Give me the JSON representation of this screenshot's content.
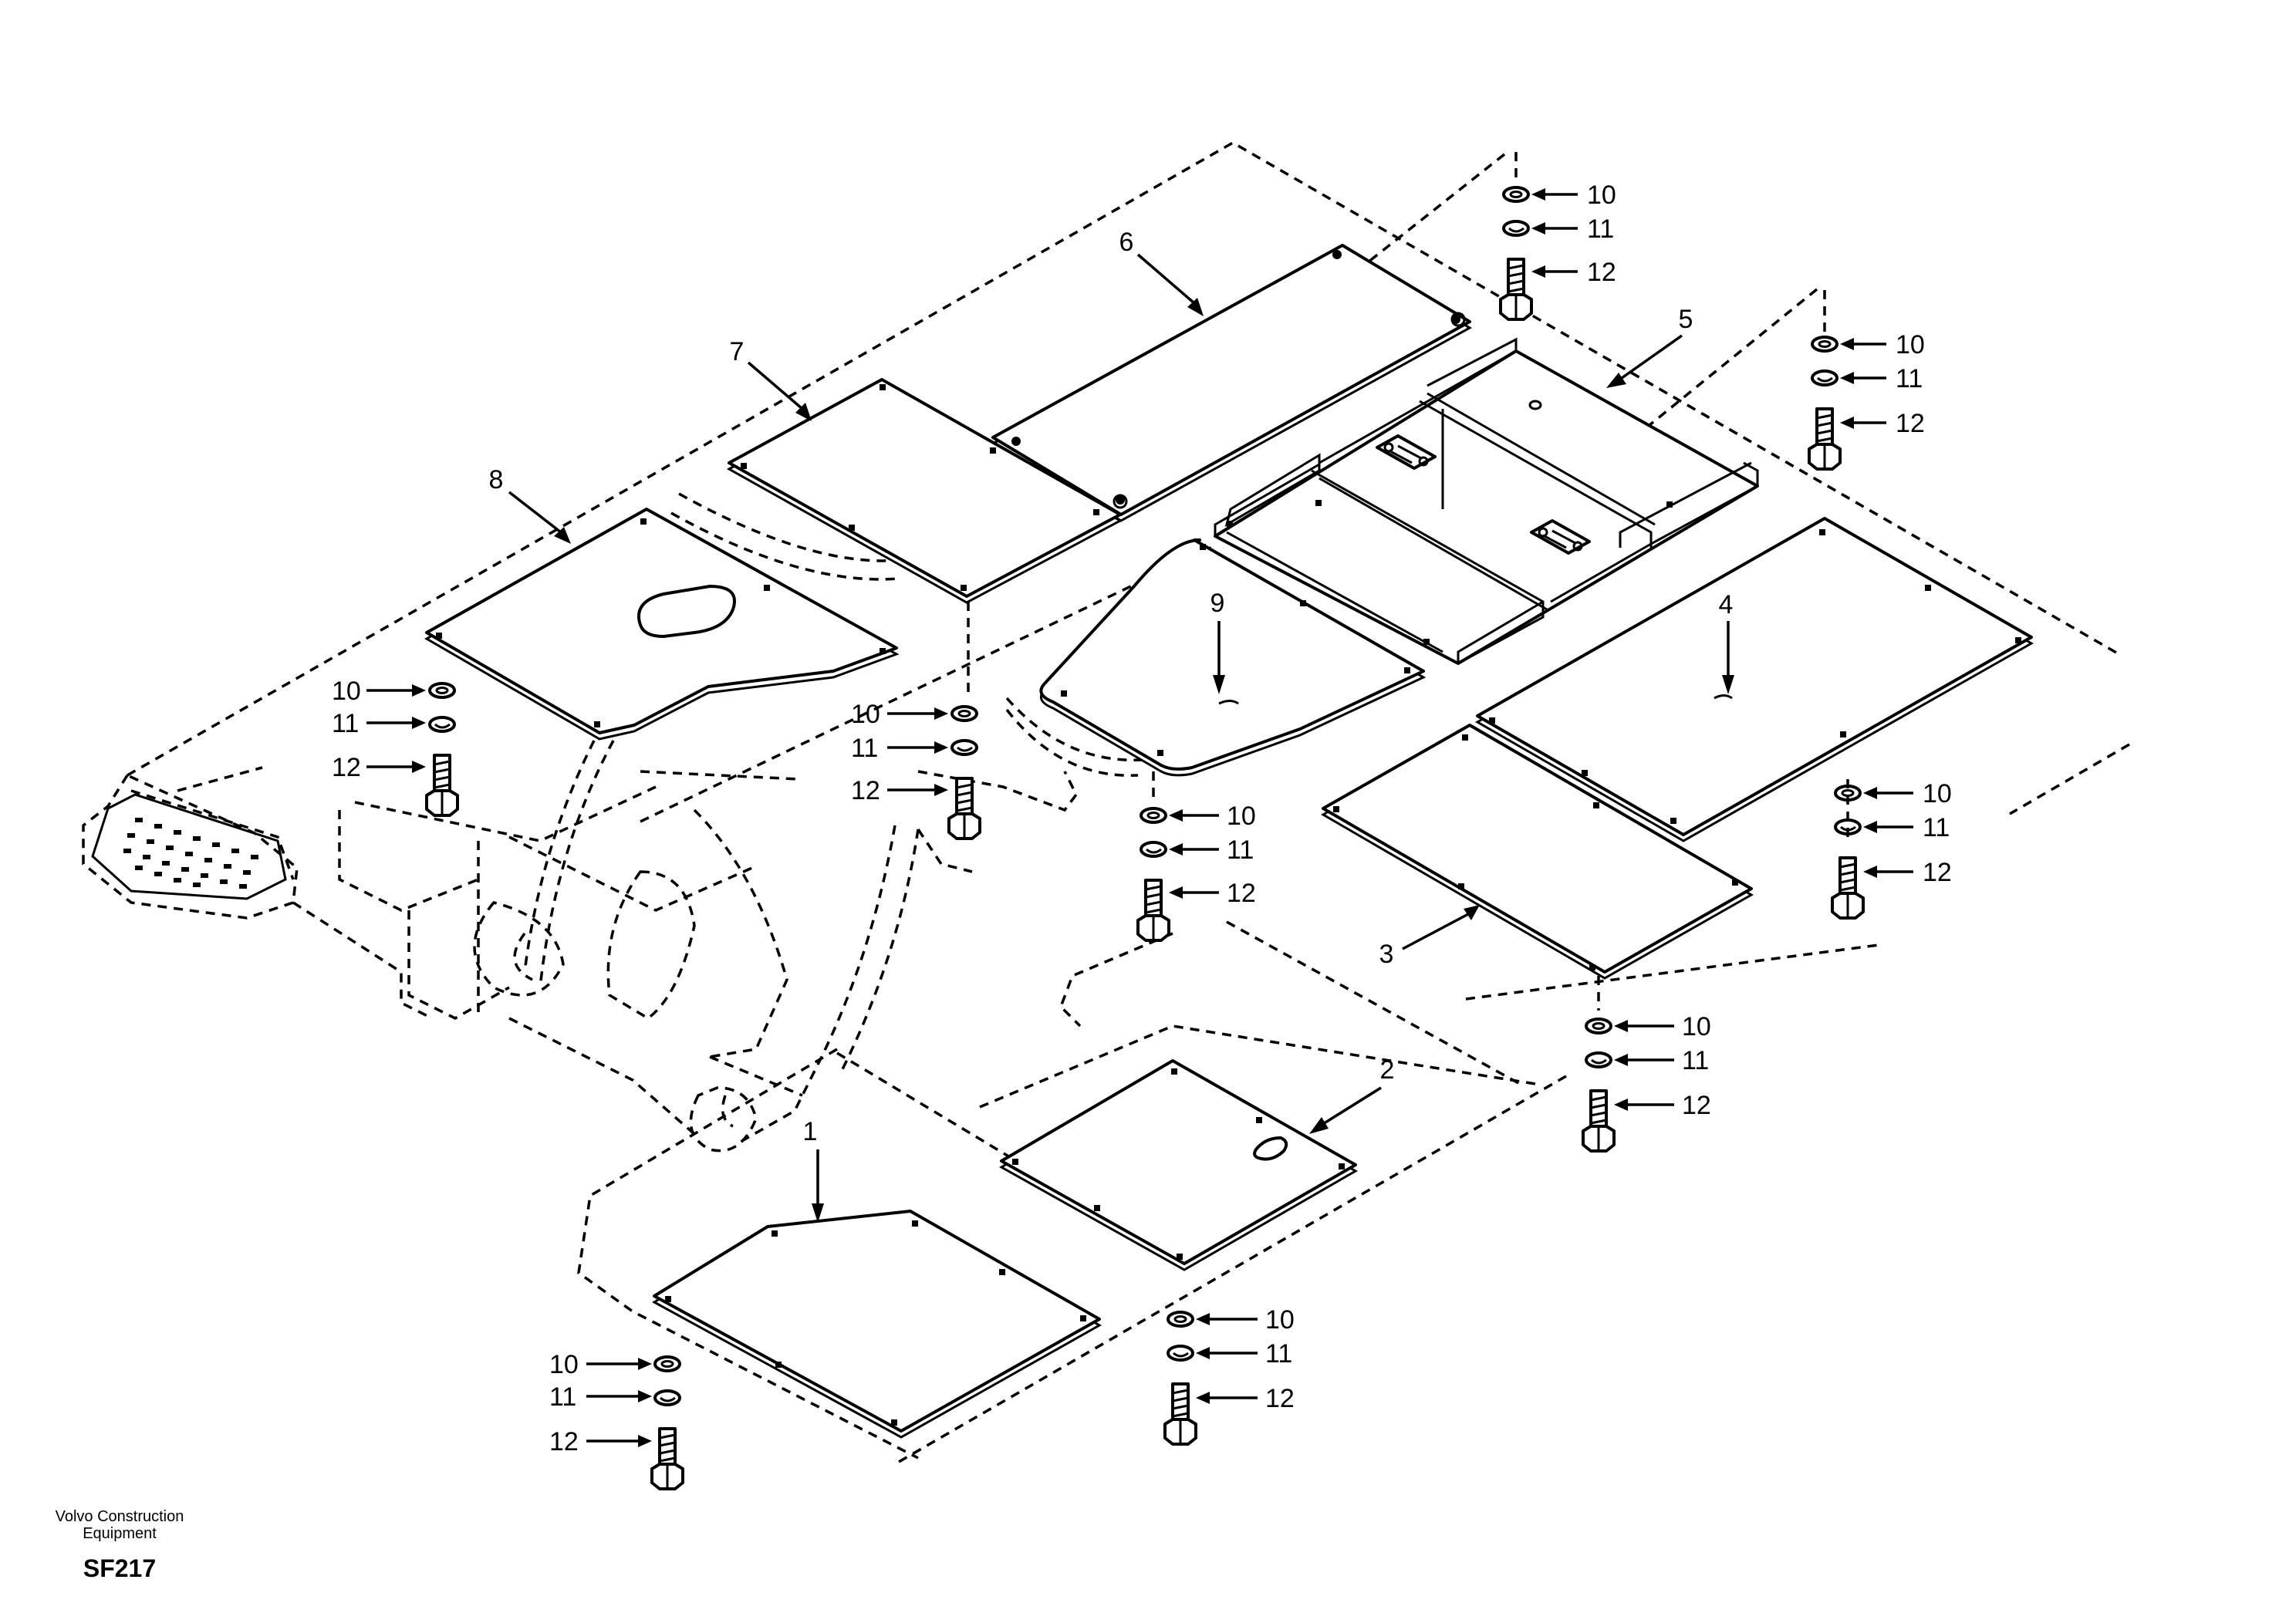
{
  "diagram": {
    "parts": [
      {
        "id": "part-1",
        "label": "1"
      },
      {
        "id": "part-2",
        "label": "2"
      },
      {
        "id": "part-3",
        "label": "3"
      },
      {
        "id": "part-4",
        "label": "4"
      },
      {
        "id": "part-5",
        "label": "5"
      },
      {
        "id": "part-6",
        "label": "6"
      },
      {
        "id": "part-7",
        "label": "7"
      },
      {
        "id": "part-8",
        "label": "8"
      },
      {
        "id": "part-9",
        "label": "9"
      }
    ],
    "fastener_labels": {
      "washer": "10",
      "lock_washer": "11",
      "bolt": "12"
    }
  },
  "footer": {
    "company_line1": "Volvo Construction",
    "company_line2": "Equipment",
    "code": "SF217"
  }
}
